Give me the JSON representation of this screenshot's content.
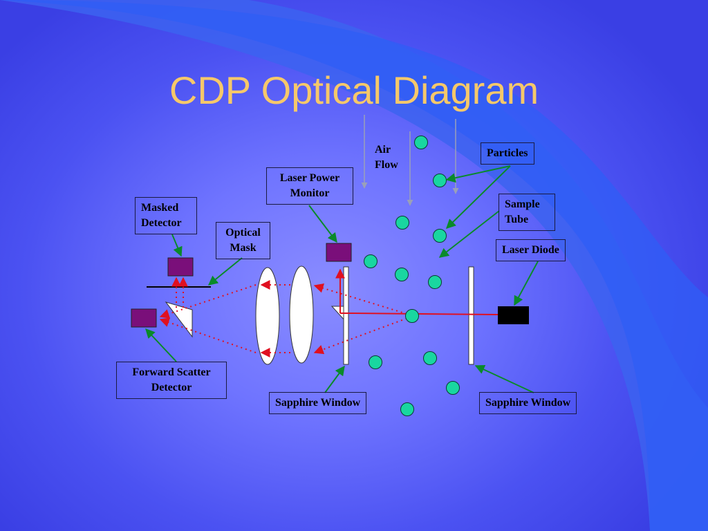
{
  "slide": {
    "title": "CDP Optical Diagram"
  },
  "labels": {
    "air_flow_line1": "Air",
    "air_flow_line2": "Flow",
    "particles": "Particles",
    "laser_power_monitor_line1": "Laser Power",
    "laser_power_monitor_line2": "Monitor",
    "sample_tube_line1": "Sample",
    "sample_tube_line2": "Tube",
    "masked_detector_line1": "Masked",
    "masked_detector_line2": "Detector",
    "optical_mask_line1": "Optical",
    "optical_mask_line2": "Mask",
    "laser_diode": "Laser Diode",
    "forward_scatter_line1": "Forward Scatter",
    "forward_scatter_line2": "Detector",
    "sapphire_window_left": "Sapphire Window",
    "sapphire_window_right": "Sapphire Window"
  },
  "colors": {
    "title": "#f6c86a",
    "detector_fill": "#7a0f7a",
    "laser_diode_fill": "#000000",
    "particle_fill": "#19d6a0",
    "arrow_green": "#0a8a2a",
    "laser_red": "#e01020",
    "airflow_arrow": "#9aa0b8"
  }
}
